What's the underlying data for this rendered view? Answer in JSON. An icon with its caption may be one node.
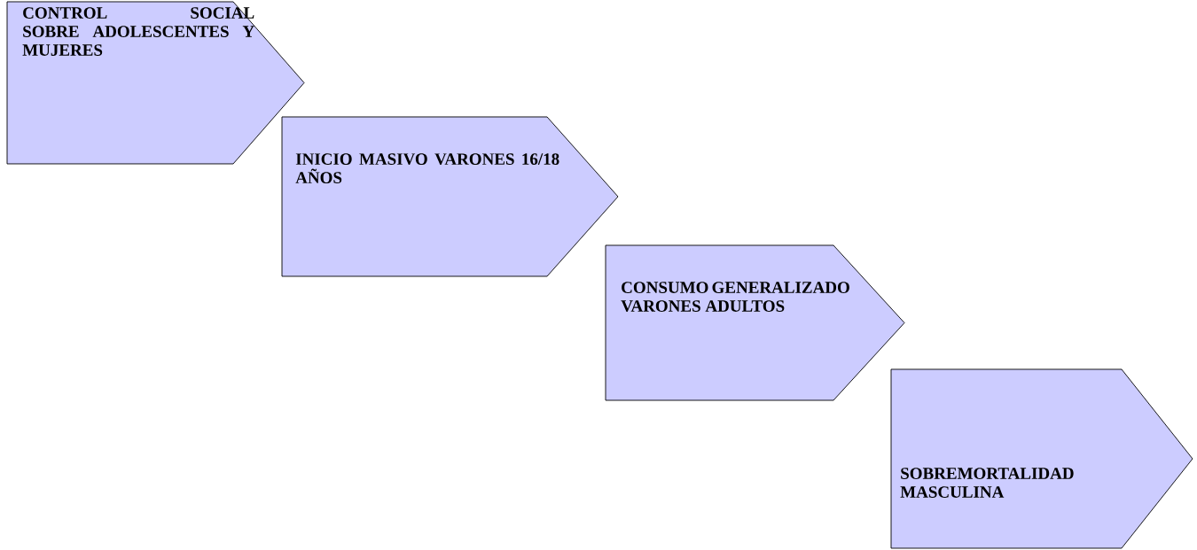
{
  "diagram": {
    "nodes": [
      {
        "text": [
          "CONTROL SOCIAL SOBRE ADOLESCENTES Y MUJERES"
        ]
      },
      {
        "text": [
          "INICIO MASIVO VARONES 16/18 AÑOS"
        ]
      },
      {
        "text": [
          "CONSUMO GENERALIZADO VARONES ADULTOS"
        ]
      },
      {
        "text": [
          "SOBREMORTALIDAD MASCULINA"
        ]
      }
    ]
  }
}
